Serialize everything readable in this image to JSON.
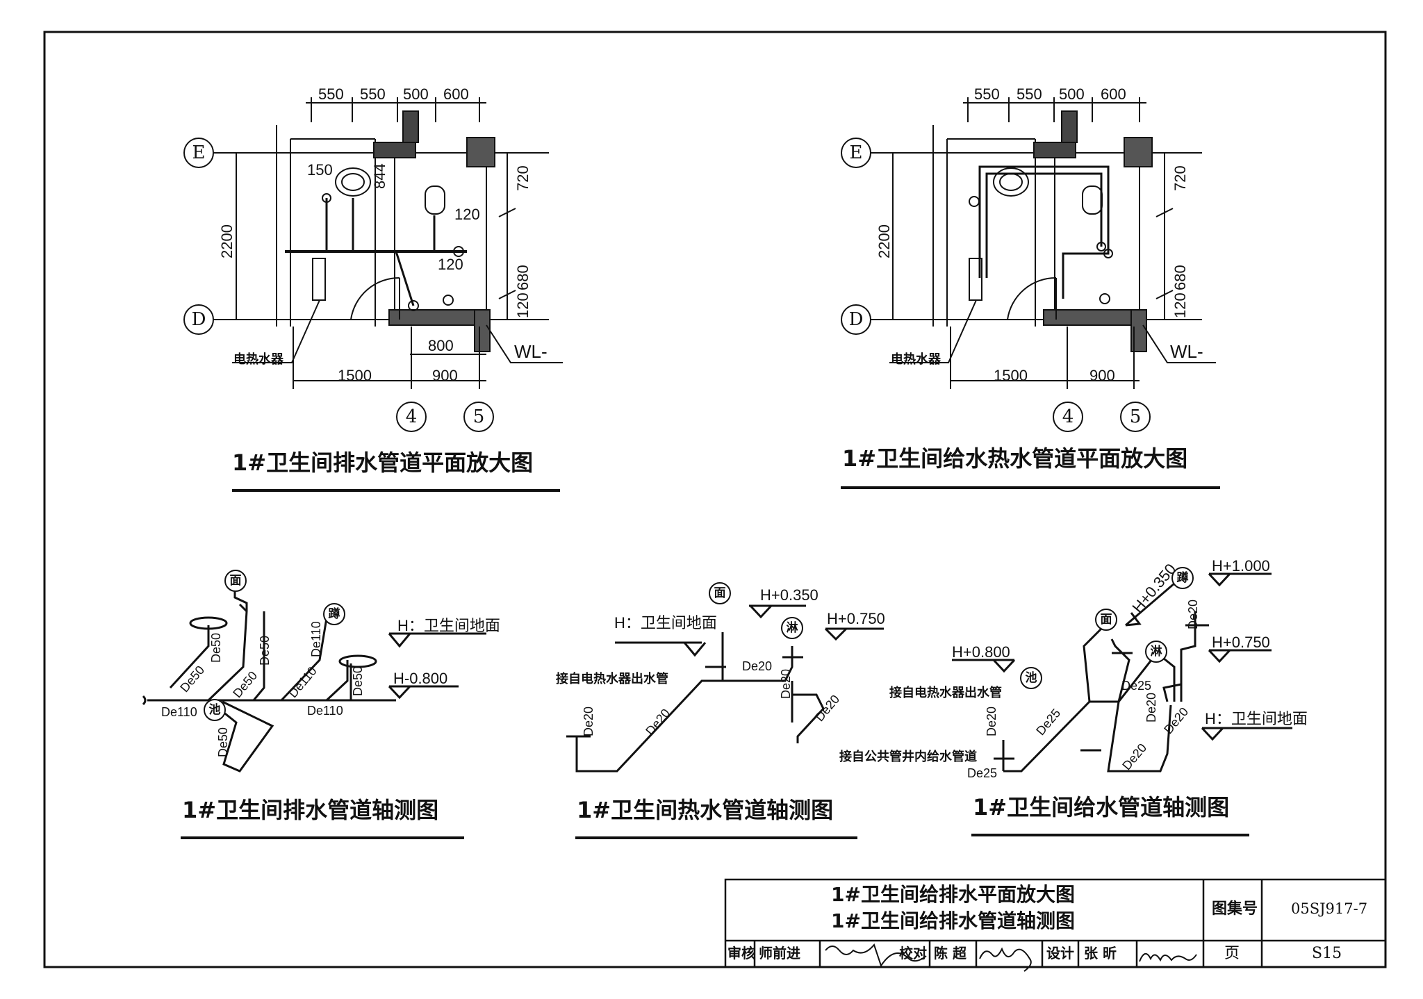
{
  "plan_drainage": {
    "top_dims": [
      "550",
      "550",
      "500",
      "600"
    ],
    "grid_E": "E",
    "grid_D": "D",
    "grid_4": "4",
    "grid_5": "5",
    "height_total": "2200",
    "dim_720": "720",
    "dim_680": "680",
    "dim_120a": "120",
    "dim_120b": "120",
    "dim_120c": "120",
    "dim_150": "150",
    "dim_844": "844",
    "dim_800": "800",
    "dim_1500": "1500",
    "dim_900": "900",
    "heater_label": "电热水器",
    "stack_label": "WL-",
    "title": "1#卫生间排水管道平面放大图"
  },
  "plan_supply": {
    "top_dims": [
      "550",
      "550",
      "500",
      "600"
    ],
    "grid_E": "E",
    "grid_D": "D",
    "grid_4": "4",
    "grid_5": "5",
    "height_total": "2200",
    "dim_720": "720",
    "dim_680": "680",
    "dim_120": "120",
    "dim_1500": "1500",
    "dim_900": "900",
    "heater_label": "电热水器",
    "stack_label": "WL-",
    "title": "1#卫生间给水热水管道平面放大图"
  },
  "iso_drainage": {
    "fixture_basin": "面",
    "fixture_squat": "蹲",
    "fixture_sink": "池",
    "pipe_de50_a": "De50",
    "pipe_de50_b": "De50",
    "pipe_de50_c": "De50",
    "pipe_de50_d": "De50",
    "pipe_de50_e": "De50",
    "pipe_de50_f": "De50",
    "pipe_de110_a": "De110",
    "pipe_de110_b": "De110",
    "pipe_de110_c": "De110",
    "pipe_de110_d": "De110",
    "level_floor": "H：卫生间地面",
    "level_minus": "H-0.800",
    "title": "1#卫生间排水管道轴测图"
  },
  "iso_hot": {
    "fixture_basin": "面",
    "fixture_shower": "淋",
    "level_floor": "H：卫生间地面",
    "level_350": "H+0.350",
    "level_750": "H+0.750",
    "source_label": "接自电热水器出水管",
    "pipe_a": "De20",
    "pipe_b": "De20",
    "pipe_c": "De20",
    "pipe_d": "De20",
    "pipe_e": "De20",
    "title": "1#卫生间热水管道轴测图"
  },
  "iso_supply": {
    "fixture_basin": "面",
    "fixture_squat": "蹲",
    "fixture_shower": "淋",
    "fixture_sink": "池",
    "level_1000": "H+1.000",
    "level_350": "H+0.350",
    "level_800": "H+0.800",
    "level_750": "H+0.750",
    "level_floor": "H：卫生间地面",
    "source_heater": "接自电热水器出水管",
    "source_shaft": "接自公共管井内给水管道",
    "pipe_de20_a": "De20",
    "pipe_de20_b": "De20",
    "pipe_de20_c": "De20",
    "pipe_de20_d": "De20",
    "pipe_de20_e": "De20",
    "pipe_de25_a": "De25",
    "pipe_de25_b": "De25",
    "pipe_de25_c": "De25",
    "title": "1#卫生间给水管道轴测图"
  },
  "title_block": {
    "line1": "1#卫生间给排水平面放大图",
    "line2": "1#卫生间给排水管道轴测图",
    "atlas_label": "图集号",
    "atlas_number": "05SJ917-7",
    "page_label": "页",
    "page_number": "S15",
    "review_label": "审核",
    "reviewer": "师前进",
    "check_label": "校对",
    "checker": "陈 超",
    "design_label": "设计",
    "designer": "张 昕"
  }
}
